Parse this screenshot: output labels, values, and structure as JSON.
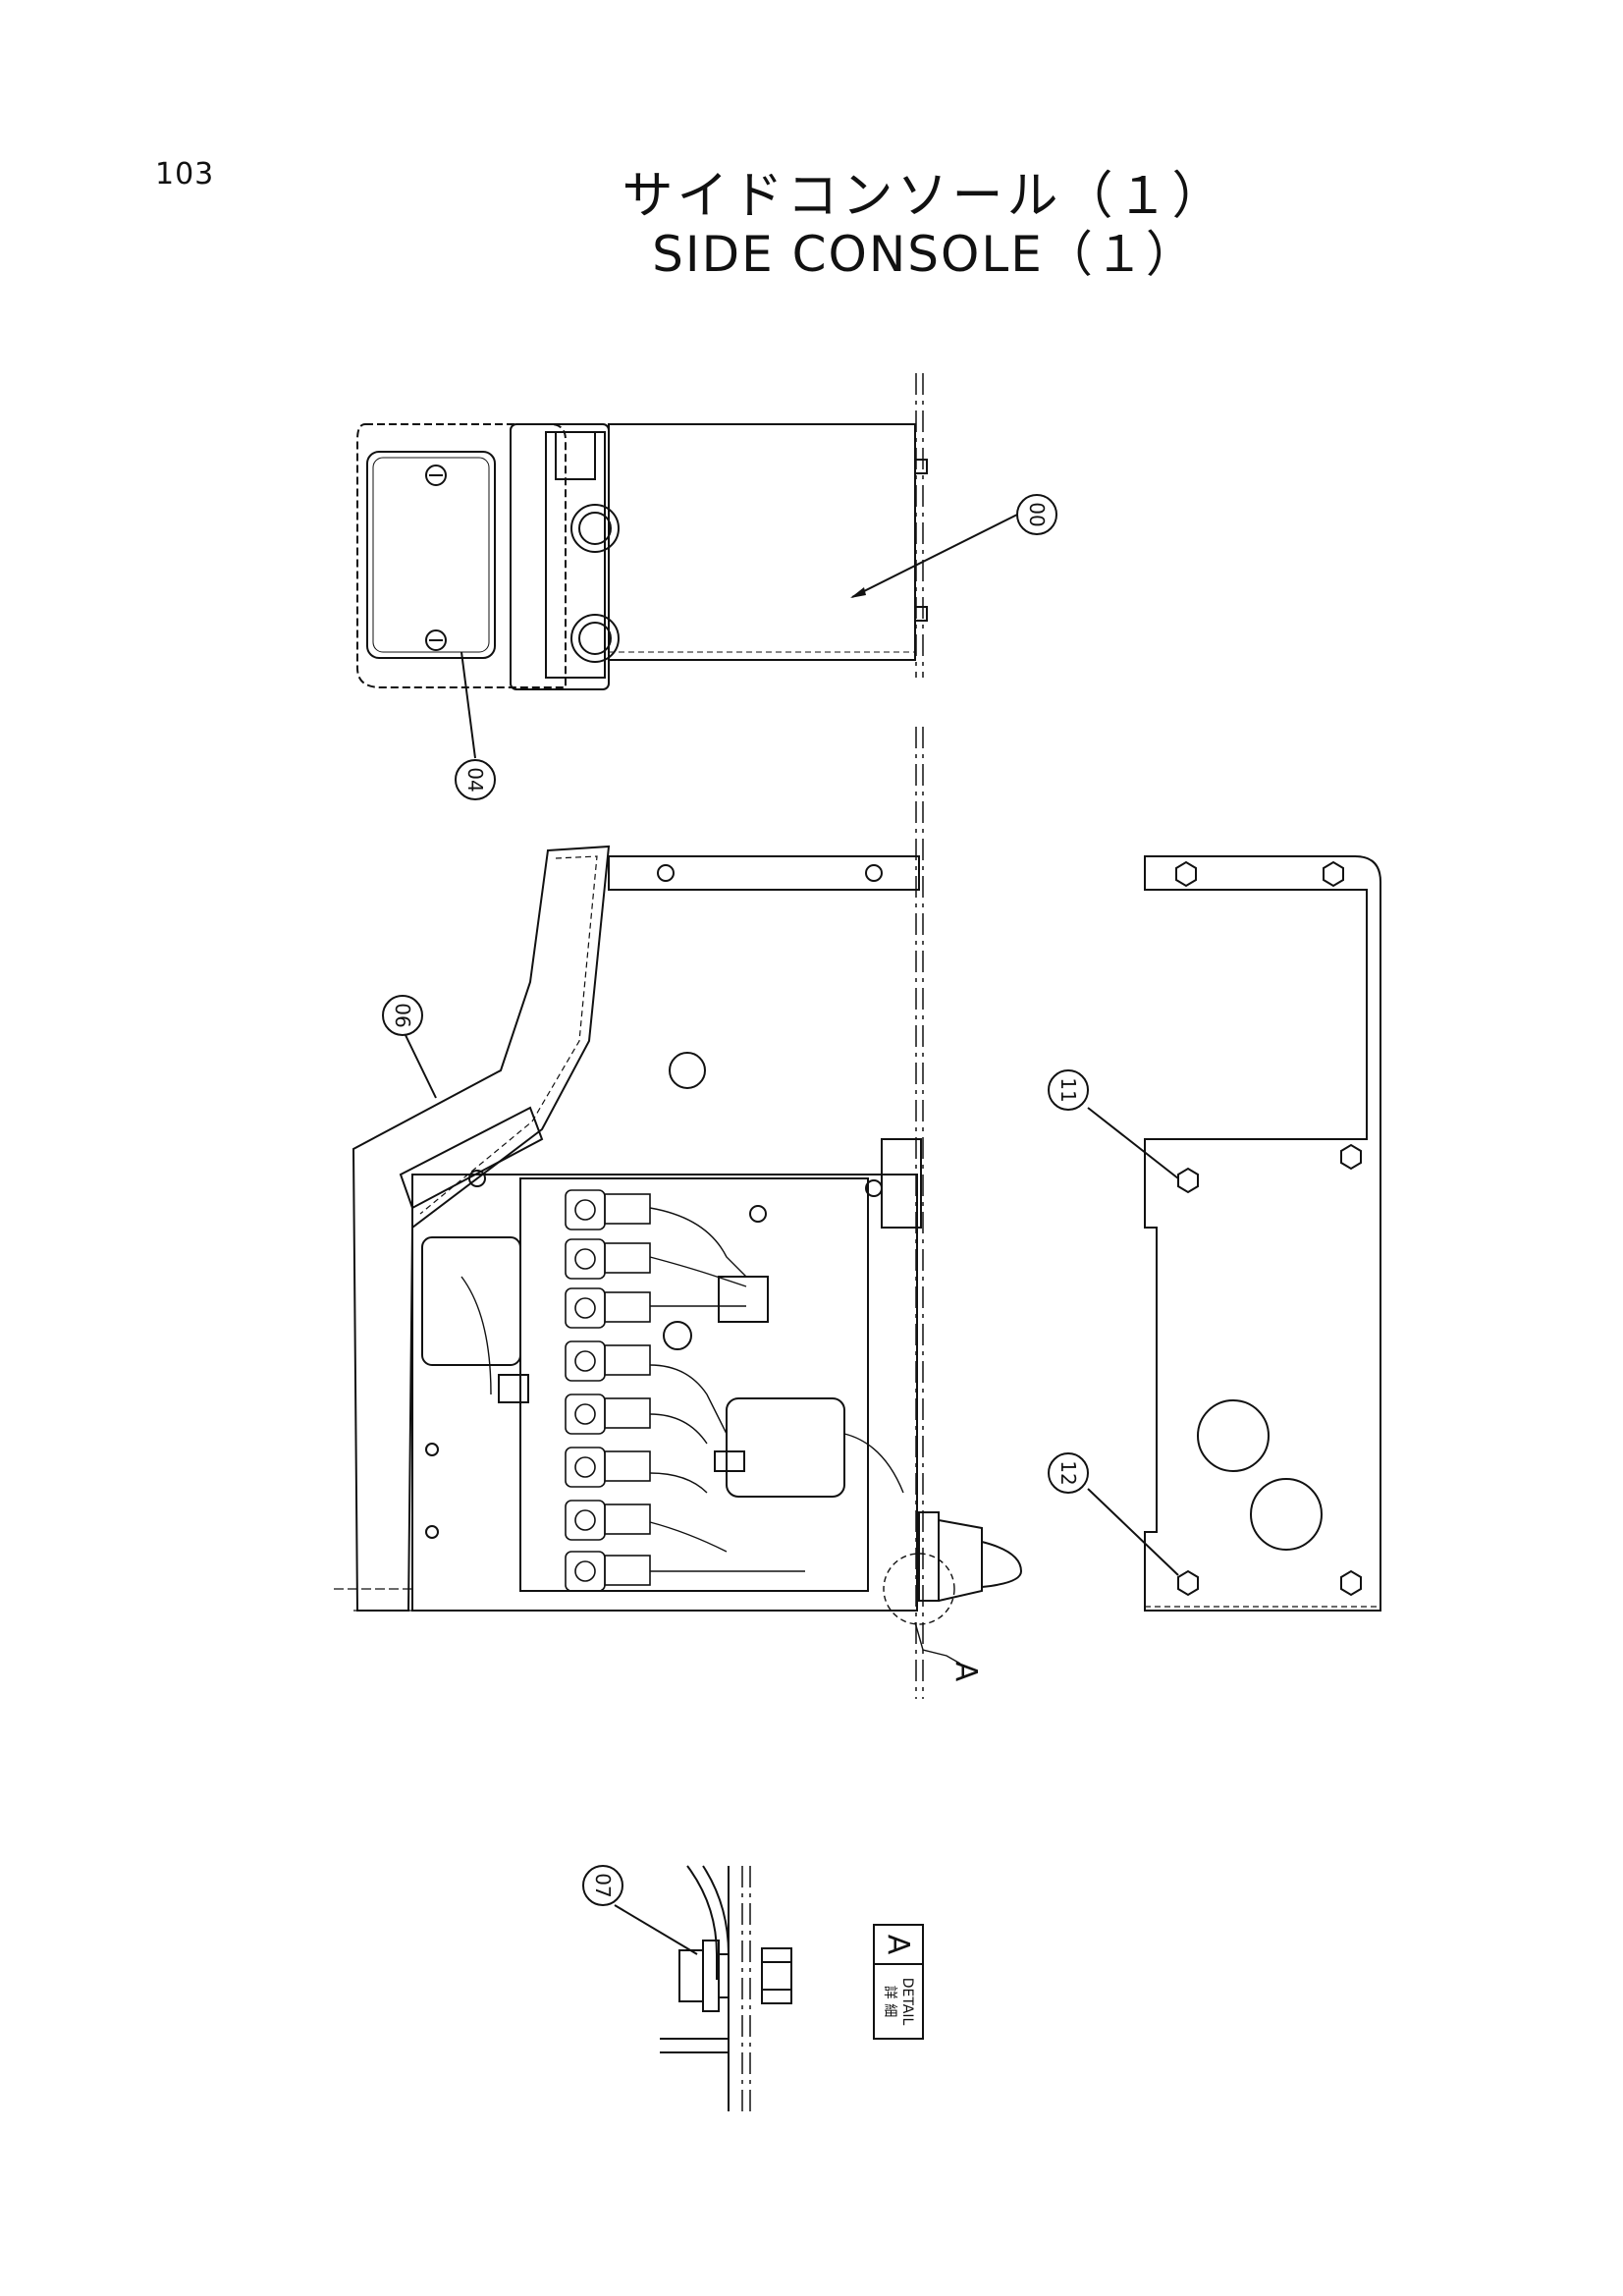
{
  "page_number": "103",
  "title": {
    "japanese": "サイドコンソール（１）",
    "english": "SIDE CONSOLE（１）"
  },
  "callouts": [
    "00",
    "04",
    "06",
    "11",
    "12",
    "07"
  ],
  "section_marker": "A",
  "detail_label": {
    "word": "DETAIL",
    "letter": "A",
    "kanji": "詳 細"
  }
}
